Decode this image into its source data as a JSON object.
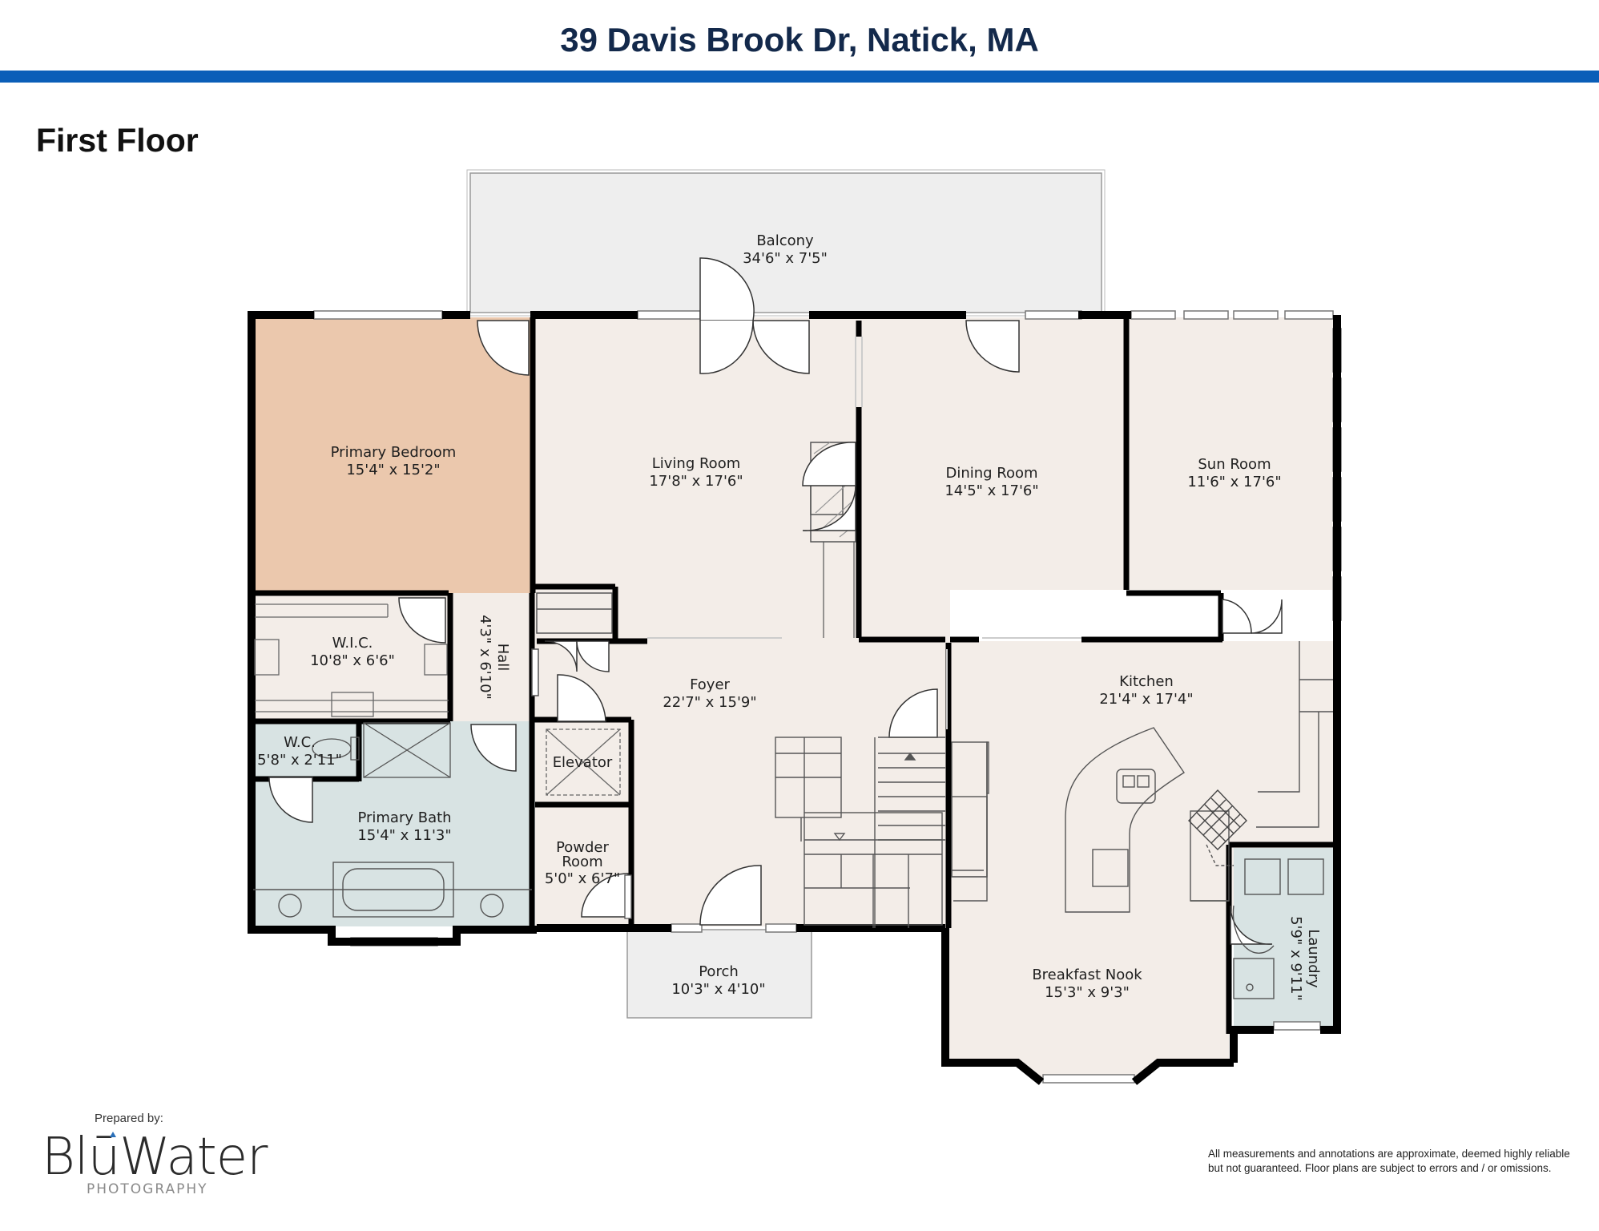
{
  "header": {
    "title": "39 Davis Brook Dr, Natick, MA"
  },
  "floor_label": "First Floor",
  "rooms": {
    "balcony": {
      "name": "Balcony",
      "dims": "34'6\" x 7'5\""
    },
    "primary_bedroom": {
      "name": "Primary Bedroom",
      "dims": "15'4\" x 15'2\""
    },
    "living_room": {
      "name": "Living Room",
      "dims": "17'8\" x 17'6\""
    },
    "dining_room": {
      "name": "Dining Room",
      "dims": "14'5\" x 17'6\""
    },
    "sun_room": {
      "name": "Sun Room",
      "dims": "11'6\" x 17'6\""
    },
    "wic": {
      "name": "W.I.C.",
      "dims": "10'8\" x 6'6\""
    },
    "hall": {
      "name": "Hall",
      "dims": "4'3\" x 6'10\""
    },
    "foyer": {
      "name": "Foyer",
      "dims": "22'7\" x 15'9\""
    },
    "kitchen": {
      "name": "Kitchen",
      "dims": "21'4\" x 17'4\""
    },
    "wc": {
      "name": "W.C.",
      "dims": "5'8\" x 2'11\""
    },
    "elevator": {
      "name": "Elevator"
    },
    "primary_bath": {
      "name": "Primary Bath",
      "dims": "15'4\" x 11'3\""
    },
    "powder_room": {
      "name_line1": "Powder",
      "name_line2": "Room",
      "dims": "5'0\" x 6'7\""
    },
    "porch": {
      "name": "Porch",
      "dims": "10'3\" x 4'10\""
    },
    "breakfast_nook": {
      "name": "Breakfast Nook",
      "dims": "15'3\" x 9'3\""
    },
    "laundry": {
      "name": "Laundry",
      "dims": "5'9\" x 9'11\""
    }
  },
  "colors": {
    "header_text": "#13294b",
    "header_bar": "#0a5eb8",
    "wall": "#000000",
    "floor": "#f3ede8",
    "bedroom_highlight": "#ebc8ad",
    "bath": "#d8e3e3",
    "exterior": "#eeeeee"
  },
  "footer": {
    "prepared_by": "Prepared by:",
    "logo_text": "BlūWater",
    "logo_subtext": "PHOTOGRAPHY",
    "disclaimer": "All measurements and annotations are approximate, deemed highly reliable but not guaranteed. Floor plans are subject to errors and / or omissions."
  }
}
